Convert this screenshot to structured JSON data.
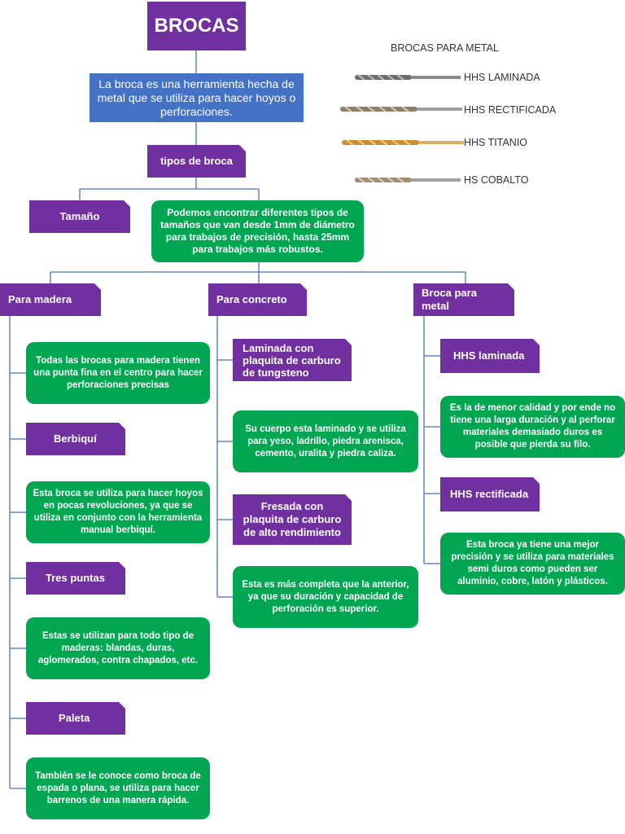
{
  "title": "BROCAS",
  "intro": "La broca es una herramienta hecha de metal que se utiliza para hacer hoyos o perforaciones.",
  "types_node": "tipos de broca",
  "size": {
    "label": "Tamaño",
    "description": "Podemos encontrar diferentes tipos de tamaños que van desde 1mm de diámetro para trabajos de precisión, hasta 25mm para trabajos más robustos."
  },
  "metal_bits_panel": {
    "heading": "BROCAS PARA METAL",
    "items": [
      {
        "label": "HHS LAMINADA",
        "color": "#7a7a7a"
      },
      {
        "label": "HHS RECTIFICADA",
        "color": "#9a8a70"
      },
      {
        "label": "HHS TITANIO",
        "color": "#d4a040"
      },
      {
        "label": "HS COBALTO",
        "color": "#a89a80"
      }
    ]
  },
  "columns": {
    "wood": {
      "label": "Para madera",
      "intro": "Todas las brocas para madera tienen una punta fina en el centro para hacer perforaciones precisas",
      "items": [
        {
          "name": "Berbiquí",
          "description": "Esta broca se utiliza para hacer hoyos en pocas revoluciones, ya que se utiliza  en conjunto con la herramienta manual berbiquí."
        },
        {
          "name": "Tres puntas",
          "description": "Estas se utilizan para todo tipo de maderas: blandas, duras, aglomerados, contra chapados, etc."
        },
        {
          "name": "Paleta",
          "description": "También se le conoce como broca de espada o plana, se utiliza para hacer barrenos de una manera rápida."
        }
      ]
    },
    "concrete": {
      "label": "Para concreto",
      "items": [
        {
          "name": "Laminada con plaquita de carburo de tungsteno",
          "description": "Su cuerpo esta laminado y se utiliza para yeso, ladrillo, piedra arenisca, cemento, uralita y piedra caliza."
        },
        {
          "name": "Fresada con plaquita de carburo de alto rendimiento",
          "description": "Esta es más completa que la anterior, ya que su duración y capacidad de perforación es superior."
        }
      ]
    },
    "metal": {
      "label": "Broca para metal",
      "items": [
        {
          "name": "HHS laminada",
          "description": "Es la de menor calidad y por ende no tiene una larga duración y al perforar materiales demasiado duros es posible que pierda su filo."
        },
        {
          "name": "HHS rectificada",
          "description": "Esta broca ya tiene una mejor precisión y se utiliza para materiales semi duros como pueden ser aluminio, cobre, latón y plásticos."
        }
      ]
    }
  },
  "colors": {
    "purple": "#7030a0",
    "green": "#00a651",
    "blue": "#4472c4",
    "connector": "#4472c4"
  }
}
